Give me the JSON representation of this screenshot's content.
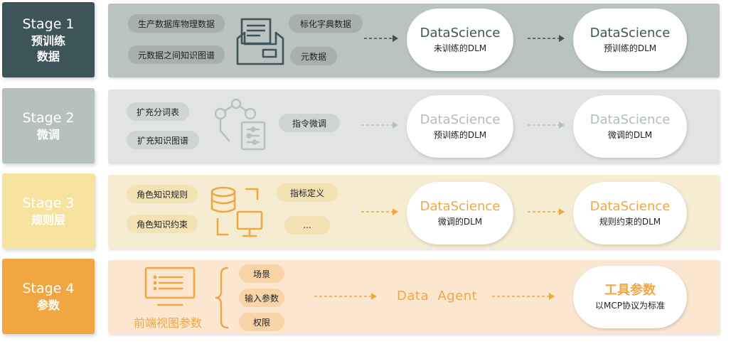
{
  "colors": {
    "stage1_dark": "#3d5558",
    "stage1_panel": "#bac3c0",
    "stage1_pill": "#a7b0ad",
    "stage1_text": "#3d5558",
    "stage2_card": "#b6c0bd",
    "stage2_panel": "#e1e4e2",
    "stage2_pill": "#d0d4d1",
    "stage2_text": "#a8b2af",
    "stage3_card": "#f7e3a0",
    "stage3_panel": "#f5ecd2",
    "stage3_pill": "#f2e2b4",
    "stage3_text": "#f0a741",
    "stage4_card": "#f0a741",
    "stage4_panel": "#fbe6cf",
    "stage4_pill": "#f8d4a7",
    "stage4_text": "#f0a741"
  },
  "stages": [
    {
      "number": "Stage 1",
      "name": "预训练\n数据",
      "pills": [
        "生产数据库物理数据",
        "元数据之间知识图谱",
        "标化字典数据",
        "元数据"
      ],
      "icon": "document-box-icon",
      "from": {
        "title": "DataScience",
        "sub": "未训练的DLM"
      },
      "to": {
        "title": "DataScience",
        "sub": "预训练的DLM"
      }
    },
    {
      "number": "Stage 2",
      "name": "微调",
      "pills": [
        "扩充分词表",
        "扩充知识图谱",
        "指令微调"
      ],
      "icon": "network-doc-icon",
      "from": {
        "title": "DataScience",
        "sub": "预训练的DLM"
      },
      "to": {
        "title": "DataScience",
        "sub": "微调的DLM"
      }
    },
    {
      "number": "Stage 3",
      "name": "规则层",
      "pills": [
        "角色知识规则",
        "角色知识约束",
        "指标定义",
        "..."
      ],
      "icon": "database-monitor-icon",
      "from": {
        "title": "DataScience",
        "sub": "微调的DLM"
      },
      "to": {
        "title": "DataScience",
        "sub": "规则约束的DLM"
      }
    },
    {
      "number": "Stage 4",
      "name": "参数",
      "frontend_label": "前端视图参数",
      "pills": [
        "场景",
        "输入参数",
        "权限"
      ],
      "icon": "frontend-monitor-icon",
      "agent": "Data  Agent",
      "to": {
        "title": "工具参数",
        "sub": "以MCP协议为标准"
      }
    }
  ]
}
